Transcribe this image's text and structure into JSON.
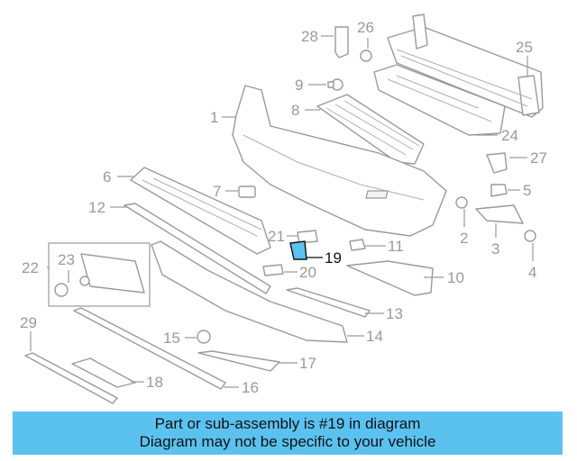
{
  "callouts": [
    {
      "id": "1",
      "label": "1"
    },
    {
      "id": "2",
      "label": "2"
    },
    {
      "id": "3",
      "label": "3"
    },
    {
      "id": "4",
      "label": "4"
    },
    {
      "id": "5",
      "label": "5"
    },
    {
      "id": "6",
      "label": "6"
    },
    {
      "id": "7",
      "label": "7"
    },
    {
      "id": "8",
      "label": "8"
    },
    {
      "id": "9",
      "label": "9"
    },
    {
      "id": "10",
      "label": "10"
    },
    {
      "id": "11",
      "label": "11"
    },
    {
      "id": "12",
      "label": "12"
    },
    {
      "id": "13",
      "label": "13"
    },
    {
      "id": "14",
      "label": "14"
    },
    {
      "id": "15",
      "label": "15"
    },
    {
      "id": "16",
      "label": "16"
    },
    {
      "id": "17",
      "label": "17"
    },
    {
      "id": "18",
      "label": "18"
    },
    {
      "id": "19",
      "label": "19"
    },
    {
      "id": "20",
      "label": "20"
    },
    {
      "id": "21",
      "label": "21"
    },
    {
      "id": "22",
      "label": "22"
    },
    {
      "id": "23",
      "label": "23"
    },
    {
      "id": "24",
      "label": "24"
    },
    {
      "id": "25",
      "label": "25"
    },
    {
      "id": "26",
      "label": "26"
    },
    {
      "id": "27",
      "label": "27"
    },
    {
      "id": "28",
      "label": "28"
    },
    {
      "id": "29",
      "label": "29"
    }
  ],
  "highlight": {
    "part": "19",
    "color": "#5bc2f0"
  },
  "banner": {
    "line1": "Part or sub-assembly is #19 in diagram",
    "line2": "Diagram may not be specific to your vehicle",
    "color": "#5bc2f0"
  }
}
